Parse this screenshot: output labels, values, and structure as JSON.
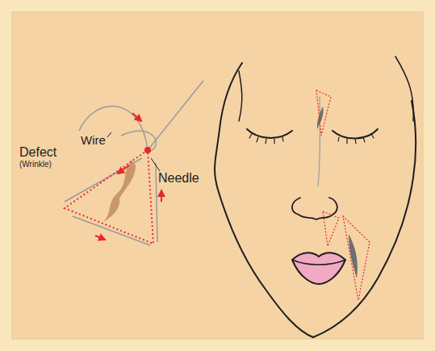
{
  "diagram": {
    "labels": [
      "Wire",
      "Defect",
      "(Wrinkle)",
      "Needle"
    ]
  }
}
